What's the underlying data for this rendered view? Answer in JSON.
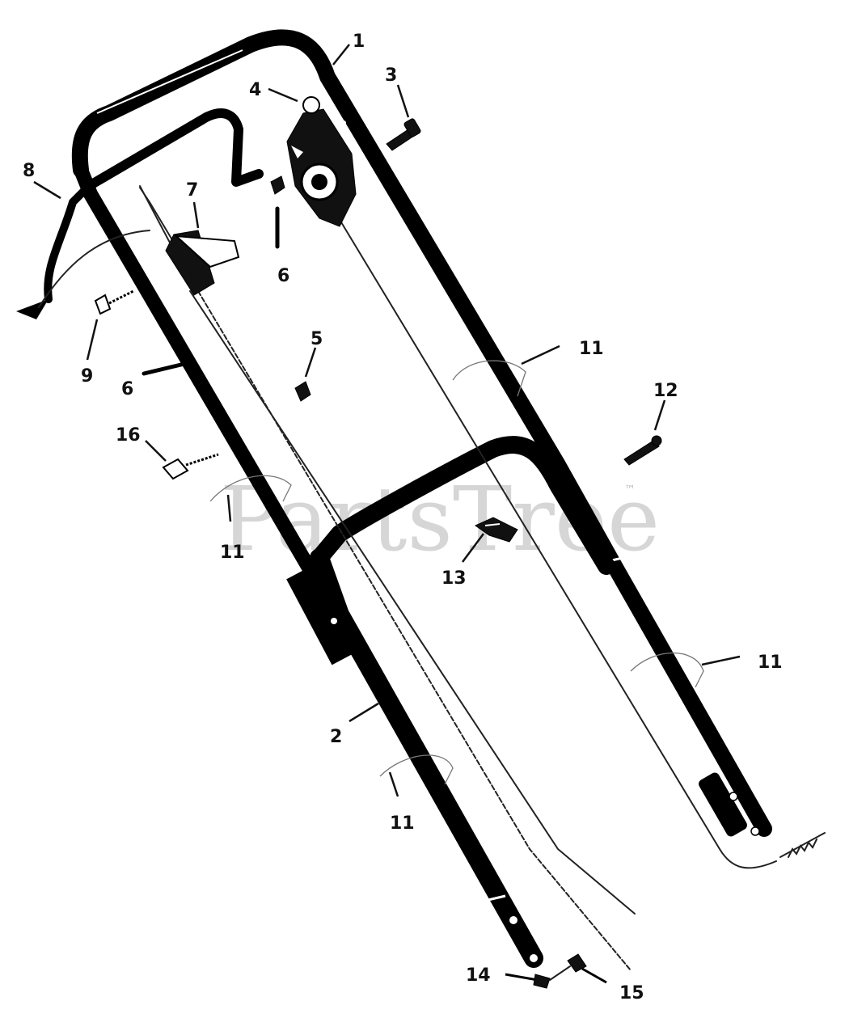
{
  "watermark": {
    "text": "PartsTree",
    "tm": "™"
  },
  "labels": {
    "l1": "1",
    "l2": "2",
    "l3": "3",
    "l4": "4",
    "l5": "5",
    "l6a": "6",
    "l6b": "6",
    "l7": "7",
    "l8": "8",
    "l9": "9",
    "l11a": "11",
    "l11b": "11",
    "l11c": "11",
    "l11d": "11",
    "l12": "12",
    "l13": "13",
    "l14": "14",
    "l15": "15",
    "l16": "16"
  }
}
